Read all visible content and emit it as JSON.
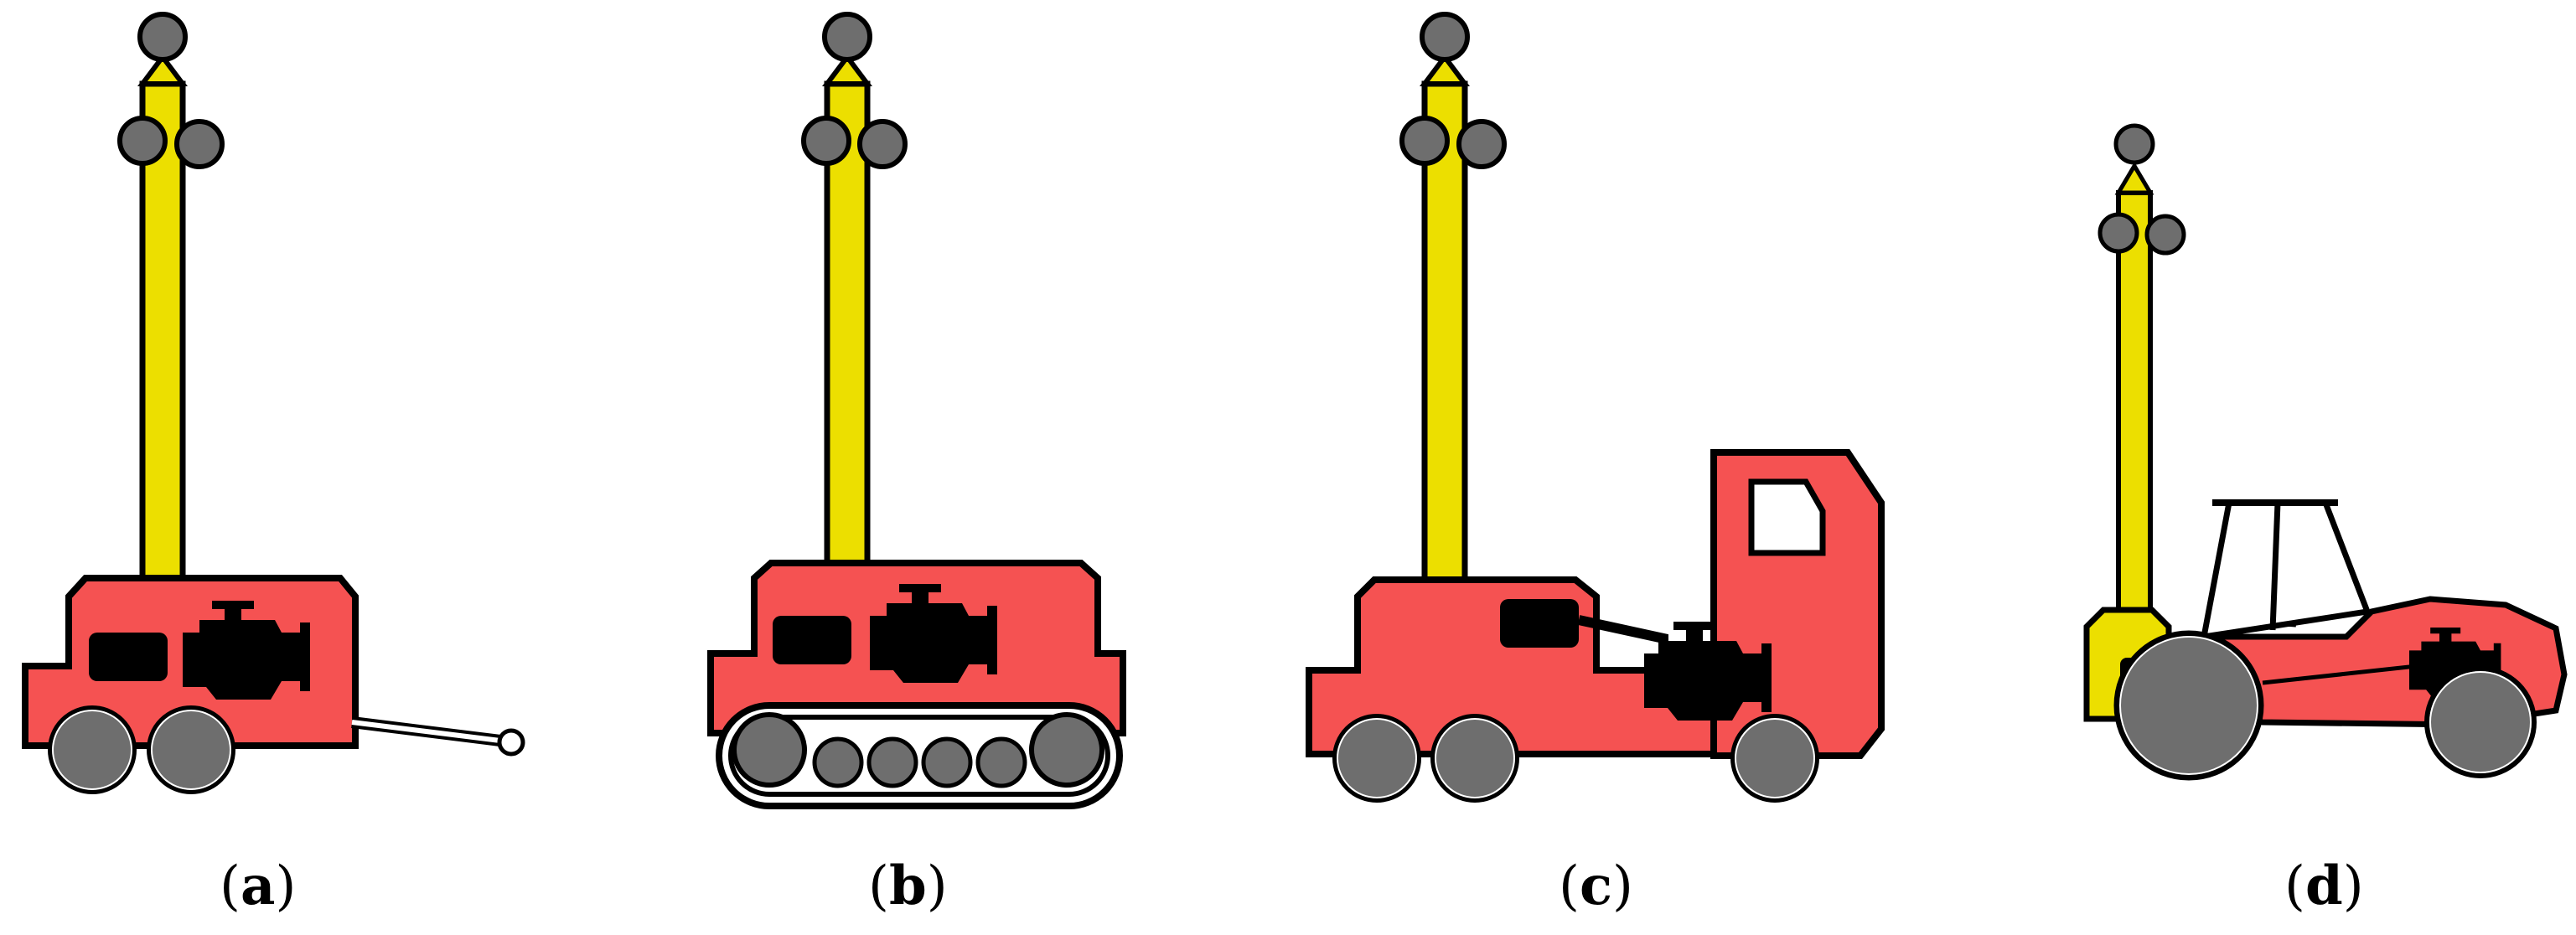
{
  "captions": {
    "a": {
      "open": "(",
      "letter": "a",
      "close": ")"
    },
    "b": {
      "open": "(",
      "letter": "b",
      "close": ")"
    },
    "c": {
      "open": "(",
      "letter": "c",
      "close": ")"
    },
    "d": {
      "open": "(",
      "letter": "d",
      "close": ")"
    }
  },
  "colors": {
    "body": "#f55252",
    "mast": "#ecdf00",
    "wheel": "#6e6e6e",
    "outline": "#000000",
    "engine": "#000000"
  },
  "vehicles": [
    {
      "id": "a",
      "type": "trailer-mounted drill rig",
      "icons": [
        "mast-icon",
        "engine-icon",
        "wheel-icon",
        "tow-bar-icon"
      ]
    },
    {
      "id": "b",
      "type": "crawler-mounted drill rig",
      "icons": [
        "mast-icon",
        "engine-icon",
        "track-icon"
      ]
    },
    {
      "id": "c",
      "type": "truck-mounted drill rig",
      "icons": [
        "mast-icon",
        "engine-icon",
        "cab-icon",
        "wheel-icon"
      ]
    },
    {
      "id": "d",
      "type": "tractor-mounted drill rig",
      "icons": [
        "mast-icon",
        "engine-icon",
        "tractor-cab-icon",
        "wheel-icon"
      ]
    }
  ]
}
